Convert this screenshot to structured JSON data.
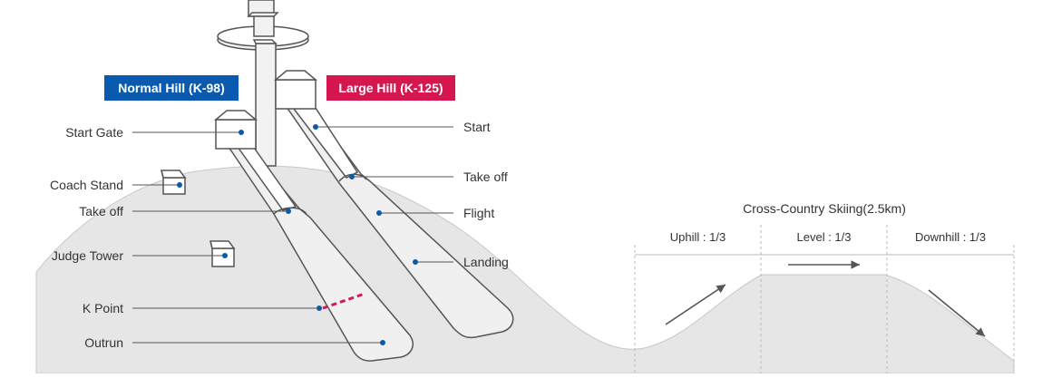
{
  "badges": {
    "normal_hill": "Normal Hill (K-98)",
    "large_hill": "Large Hill (K-125)"
  },
  "left_labels": {
    "start_gate": "Start Gate",
    "coach_stand": "Coach Stand",
    "take_off": "Take off",
    "judge_tower": "Judge Tower",
    "k_point": "K Point",
    "outrun": "Outrun"
  },
  "right_labels": {
    "start": "Start",
    "take_off": "Take off",
    "flight": "Flight",
    "landing": "Landing"
  },
  "cross_country": {
    "title": "Cross-Country Skiing(2.5km)",
    "segments": [
      "Uphill : 1/3",
      "Level : 1/3",
      "Downhill : 1/3"
    ]
  },
  "colors": {
    "normal_hill": "#0a5bb0",
    "large_hill": "#d6164f",
    "dot": "#0a5bb0",
    "k_point_line": "#d6164f",
    "terrain": "#e6e6e6",
    "outline": "#555555"
  }
}
